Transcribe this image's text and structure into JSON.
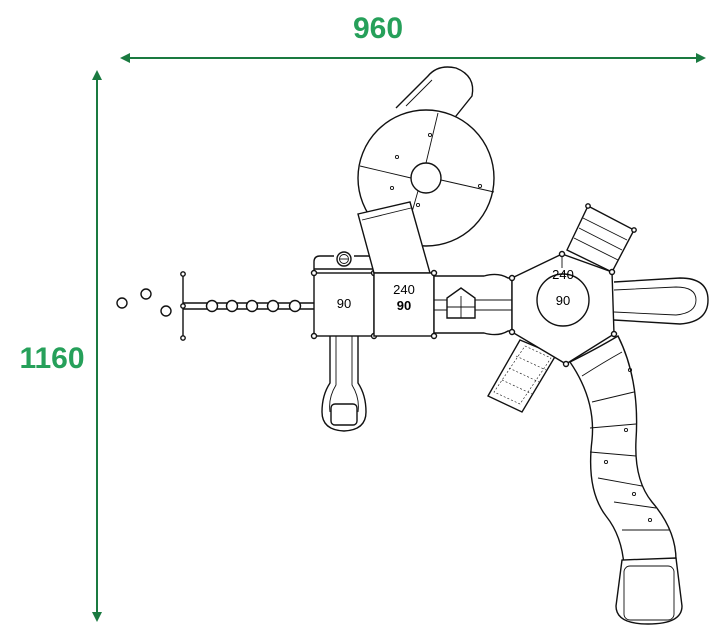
{
  "dimensions": {
    "width_label": "960",
    "height_label": "1160",
    "color": "#1a7a40",
    "text_color": "#26a05a"
  },
  "deck_labels": {
    "deck_left_height": "90",
    "deck_mid_top": "240",
    "deck_mid_bottom": "90",
    "hex_top": "240",
    "hex_center": "90"
  },
  "icons": {
    "window_panel": "house-window-icon",
    "spiral_slide": "spiral-slide-icon",
    "tube_slide": "tube-slide-icon",
    "steering_wheel": "steering-wheel-icon"
  }
}
